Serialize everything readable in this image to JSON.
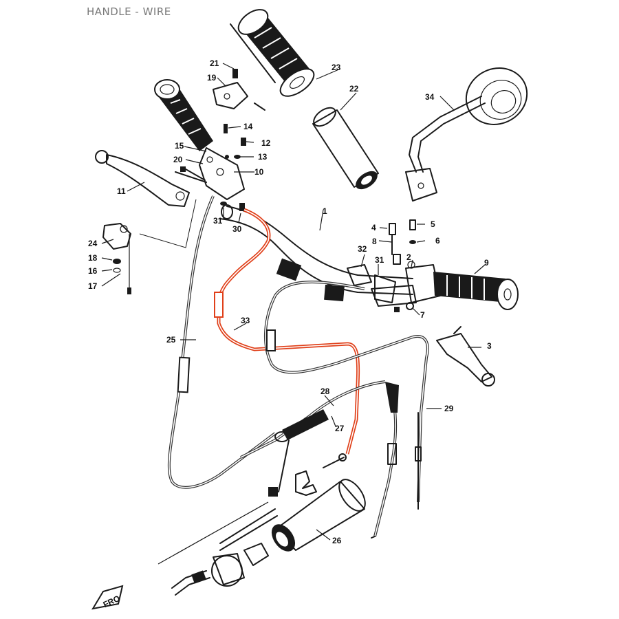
{
  "title": "HANDLE - WIRE",
  "highlight_color": "#e0401a",
  "ink_color": "#1a1a1a",
  "parts": [
    {
      "id": "1",
      "label": "1"
    },
    {
      "id": "2",
      "label": "2"
    },
    {
      "id": "3",
      "label": "3"
    },
    {
      "id": "4",
      "label": "4"
    },
    {
      "id": "5",
      "label": "5"
    },
    {
      "id": "6",
      "label": "6"
    },
    {
      "id": "7",
      "label": "7"
    },
    {
      "id": "8",
      "label": "8"
    },
    {
      "id": "9",
      "label": "9"
    },
    {
      "id": "10",
      "label": "10"
    },
    {
      "id": "11",
      "label": "11"
    },
    {
      "id": "12",
      "label": "12"
    },
    {
      "id": "13",
      "label": "13"
    },
    {
      "id": "14",
      "label": "14"
    },
    {
      "id": "15",
      "label": "15"
    },
    {
      "id": "16",
      "label": "16"
    },
    {
      "id": "17",
      "label": "17"
    },
    {
      "id": "18",
      "label": "18"
    },
    {
      "id": "19",
      "label": "19"
    },
    {
      "id": "20",
      "label": "20"
    },
    {
      "id": "21",
      "label": "21"
    },
    {
      "id": "22",
      "label": "22"
    },
    {
      "id": "23",
      "label": "23"
    },
    {
      "id": "24",
      "label": "24"
    },
    {
      "id": "25",
      "label": "25"
    },
    {
      "id": "26",
      "label": "26"
    },
    {
      "id": "27",
      "label": "27"
    },
    {
      "id": "28",
      "label": "28"
    },
    {
      "id": "29",
      "label": "29"
    },
    {
      "id": "30",
      "label": "30"
    },
    {
      "id": "31a",
      "label": "31"
    },
    {
      "id": "31b",
      "label": "31"
    },
    {
      "id": "32",
      "label": "32"
    },
    {
      "id": "33",
      "label": "33"
    },
    {
      "id": "34",
      "label": "34"
    }
  ],
  "direction_marker": "FRO"
}
